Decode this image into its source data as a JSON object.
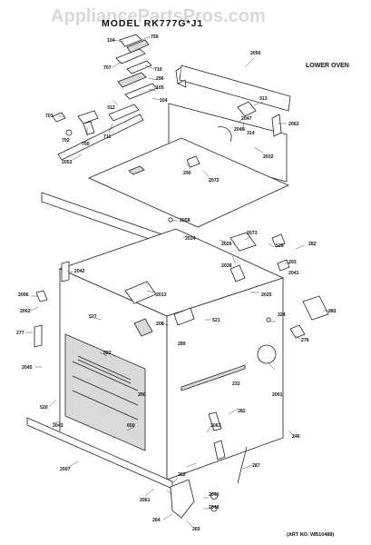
{
  "watermark": "AppliancePartsPros.com",
  "title": "MODEL RK777G*J1",
  "subtitle": "LOWER OVEN",
  "art_no": "(ART NO. WB10488)",
  "part_labels": [
    "104",
    "759",
    "707",
    "710",
    "296",
    "105",
    "104",
    "312",
    "711",
    "703",
    "700",
    "702",
    "2053",
    "290",
    "2072",
    "2056",
    "313",
    "2047",
    "2046",
    "314",
    "2062",
    "2032",
    "2058",
    "2034",
    "2026",
    "2028",
    "2073",
    "526",
    "282",
    "2041",
    "2042",
    "293",
    "2025",
    "2006",
    "2002",
    "277",
    "2045",
    "281",
    "324",
    "276",
    "520",
    "282",
    "2043",
    "2007",
    "2061",
    "2063",
    "2040",
    "2048",
    "287",
    "262",
    "264",
    "265",
    "246",
    "527",
    "2013",
    "208",
    "521",
    "522",
    "650",
    "289",
    "232",
    "200",
    "2001"
  ]
}
